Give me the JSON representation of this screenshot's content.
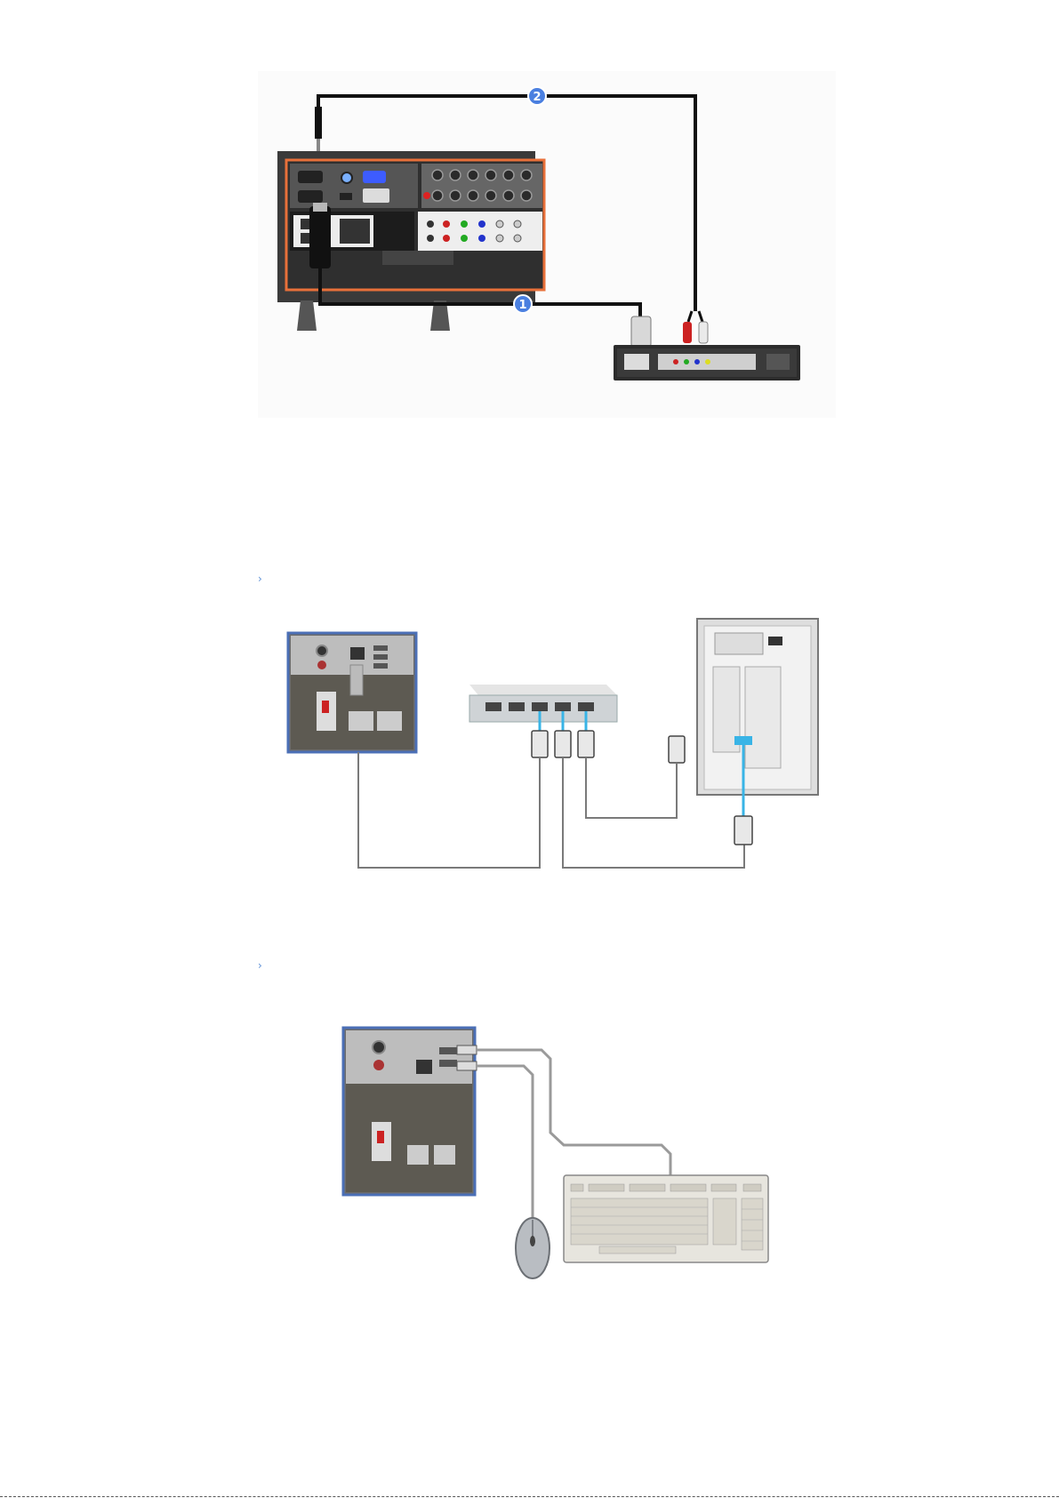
{
  "diagram1": {
    "badges": [
      "1",
      "2"
    ]
  },
  "sections": [
    {
      "marker": "›"
    },
    {
      "marker": "›"
    }
  ],
  "colors": {
    "accent_orange": "#e8703a",
    "badge_blue": "#4a7fe0",
    "panel_blue_frame": "#4b6fb6",
    "lan_cable_blue": "#39b4e6",
    "cable_gray": "#9a9a9a",
    "device_dark": "#2c2c2c"
  },
  "icons": [
    "monitor-rear-panel",
    "av-source-box",
    "network-hub",
    "pc-tower",
    "usb-mouse",
    "keyboard",
    "rj45-connector",
    "dvi-connector",
    "rca-connector"
  ]
}
